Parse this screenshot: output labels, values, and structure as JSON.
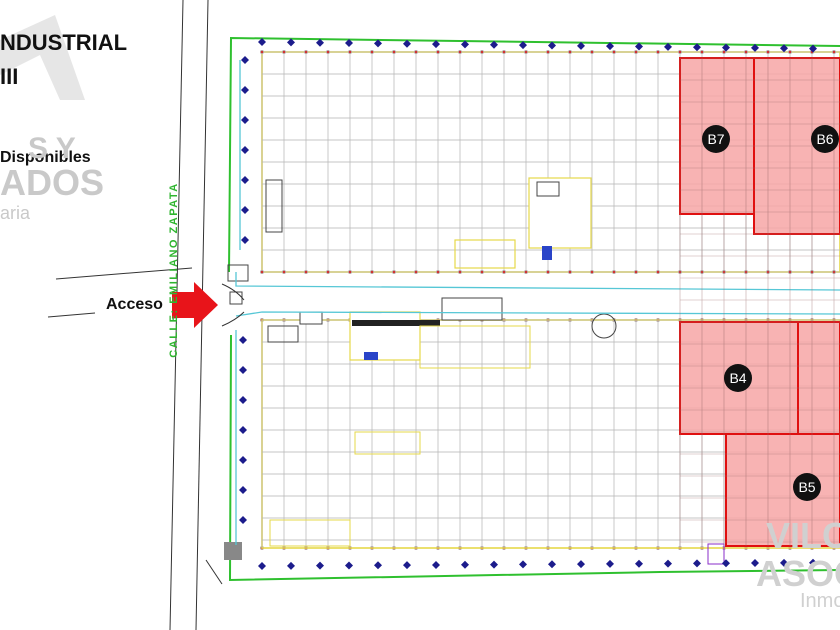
{
  "titles": {
    "line1": "NDUSTRIAL",
    "line2": "III",
    "line3": "Disponibles"
  },
  "watermark": {
    "line1": "S Y",
    "line2": "ADOS",
    "line3": "aria",
    "right1": "VILC",
    "right2": "ASOC",
    "right3": "Inmo"
  },
  "access_label": "Acceso",
  "street_label": "CALLE: EMILIANO ZAPATA",
  "units": [
    {
      "id": "B7",
      "label": "B7"
    },
    {
      "id": "B6",
      "label": "B6"
    },
    {
      "id": "B4",
      "label": "B4"
    },
    {
      "id": "B5",
      "label": "B5"
    }
  ],
  "colors": {
    "available_fill": "#f7a6a6",
    "available_border": "#e01010",
    "boundary": "#2fc02f",
    "structure": "#e6d84a",
    "grid": "#b3b3b3",
    "column": "#d03030",
    "lamp": "#1c1c8c",
    "access_arrow": "#e8141a",
    "water": "#56c7d6"
  }
}
